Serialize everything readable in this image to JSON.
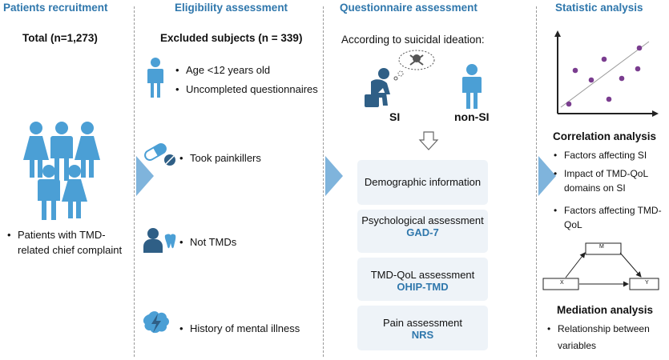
{
  "headers": {
    "recruitment": "Patients recruitment",
    "eligibility": "Eligibility assessment",
    "questionnaire": "Questionnaire assessment",
    "statistic": "Statistic analysis"
  },
  "recruitment": {
    "total": "Total (n=1,273)",
    "bullet_line1": "Patients with TMD-",
    "bullet_line2": "related chief complaint"
  },
  "eligibility": {
    "excluded_title": "Excluded subjects (n = 339)",
    "age": "Age <12 years old",
    "uncompleted": "Uncompleted questionnaires",
    "painkillers": "Took painkillers",
    "not_tmds": "Not TMDs",
    "mental": "History of mental illness"
  },
  "questionnaire": {
    "intro": "According to suicidal ideation:",
    "si": "SI",
    "non_si": "non-SI",
    "boxes": [
      {
        "title": "Demographic information",
        "sub": ""
      },
      {
        "title": "Psychological assessment",
        "sub": "GAD-7"
      },
      {
        "title": "TMD-QoL assessment",
        "sub": "OHIP-TMD"
      },
      {
        "title": "Pain assessment",
        "sub": "NRS"
      }
    ]
  },
  "statistic": {
    "correlation_title": "Correlation analysis",
    "corr_item1": "Factors affecting SI",
    "corr_item2_line1": "Impact of TMD-QoL",
    "corr_item2_line2": "domains on SI",
    "corr_item3_line1": "Factors affecting TMD-",
    "corr_item3_line2": "QoL",
    "med_m": "M",
    "med_x": "X",
    "med_y": "Y",
    "mediation_title": "Mediation analysis",
    "med_item_line1": "Relationship between",
    "med_item_line2": "variables"
  },
  "colors": {
    "accent": "#2f77ac",
    "icon": "#4b9fd5",
    "dark_icon": "#2f5f86",
    "chevron": "#7fb4dc",
    "box_bg": "#eef3f8",
    "scatter_point": "#7a3d8f"
  }
}
